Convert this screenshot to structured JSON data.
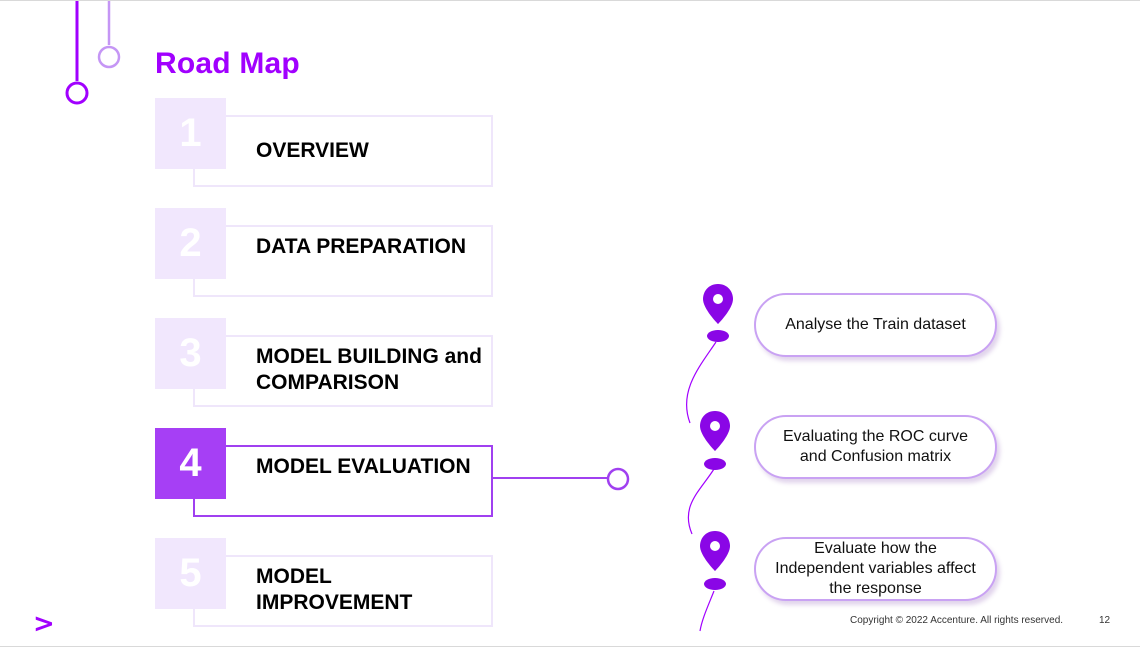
{
  "slide": {
    "title": "Road Map",
    "steps": [
      {
        "number": "1",
        "label": "OVERVIEW"
      },
      {
        "number": "2",
        "label": "DATA PREPARATION"
      },
      {
        "number": "3",
        "label": "MODEL BUILDING and COMPARISON"
      },
      {
        "number": "4",
        "label": "MODEL EVALUATION"
      },
      {
        "number": "5",
        "label": "MODEL IMPROVEMENT"
      }
    ],
    "active_step": "4",
    "sub_items": [
      {
        "label": "Analyse the Train dataset",
        "icon": "location-pin-icon"
      },
      {
        "label": "Evaluating the ROC curve and Confusion matrix",
        "icon": "location-pin-icon"
      },
      {
        "label": "Evaluate how the Independent variables affect the response",
        "icon": "location-pin-icon"
      }
    ],
    "logo_icon": "accenture-greater-than-icon",
    "logo_glyph": ">",
    "copyright": "Copyright © 2022 Accenture. All rights reserved.",
    "page_number": "12"
  },
  "colors": {
    "accent": "#a100ff",
    "active": "#a63ff5",
    "inactive_fill": "#f1e7fd",
    "inactive_border": "#efe6fb",
    "pill_border": "#c9a2f3"
  }
}
